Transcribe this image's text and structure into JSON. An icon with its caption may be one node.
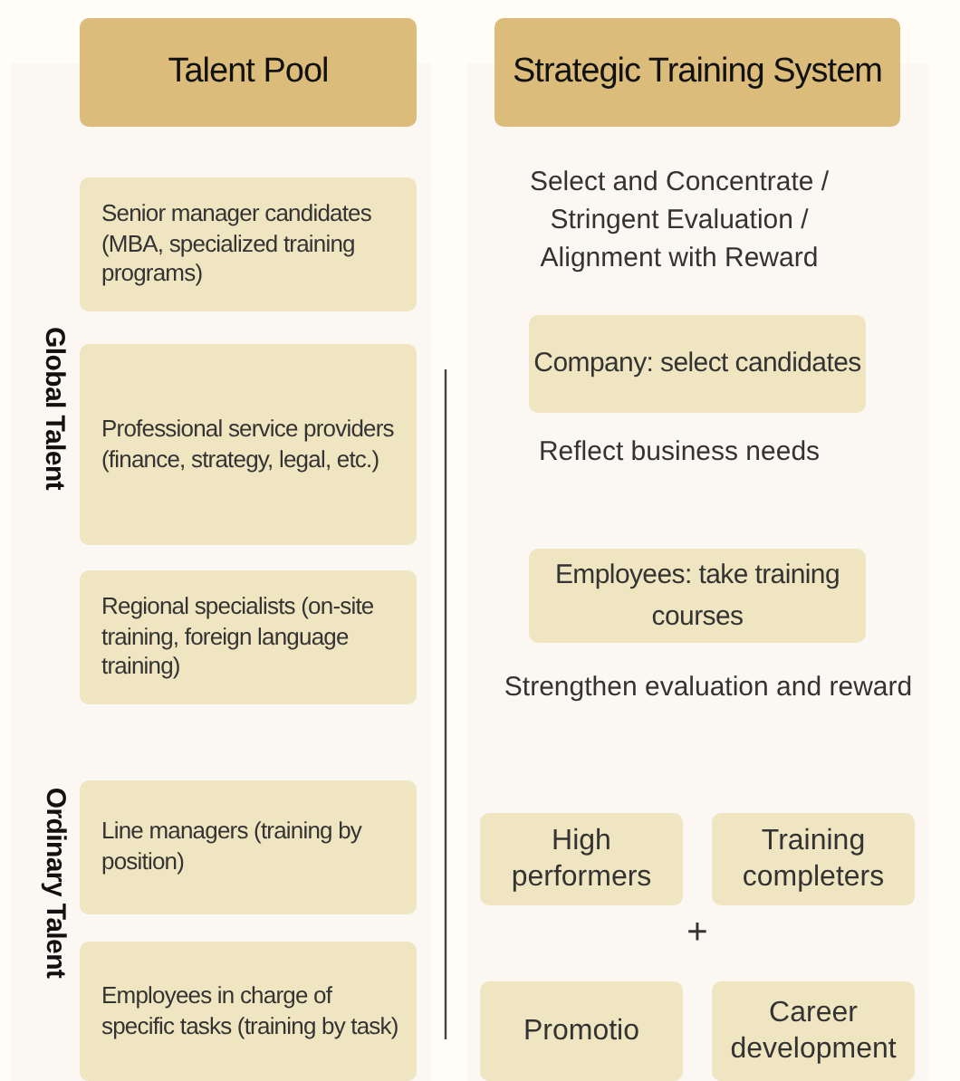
{
  "diagram": {
    "nodes": [
      {
        "text": [
          "Talent Pool"
        ]
      },
      {
        "text": [
          "Strategic Training System"
        ]
      },
      {
        "text": [
          "Senior manager candidates (MBA, specialized training programs)"
        ]
      },
      {
        "text": [
          "Professional service providers (finance, strategy, legal, etc.)"
        ]
      },
      {
        "text": [
          "Regional specialists (on-site training, foreign language training)"
        ]
      },
      {
        "text": [
          "Line managers (training by position)"
        ]
      },
      {
        "text": [
          "Employees in charge of specific tasks (training by task)"
        ]
      },
      {
        "text": [
          "Company: select candidates"
        ]
      },
      {
        "text": [
          "Employees: take training courses"
        ]
      },
      {
        "text": [
          "High performers"
        ]
      },
      {
        "text": [
          "Training completers"
        ]
      },
      {
        "text": [
          "Promotio"
        ]
      },
      {
        "text": [
          "Career development"
        ]
      }
    ],
    "labels": [
      "Global Talent",
      "Select and Concentrate / Stringent Evaluation / Alignment with Reward",
      "Reflect business needs",
      "Strengthen evaluation and reward",
      "Ordinary Talent",
      "+"
    ]
  }
}
